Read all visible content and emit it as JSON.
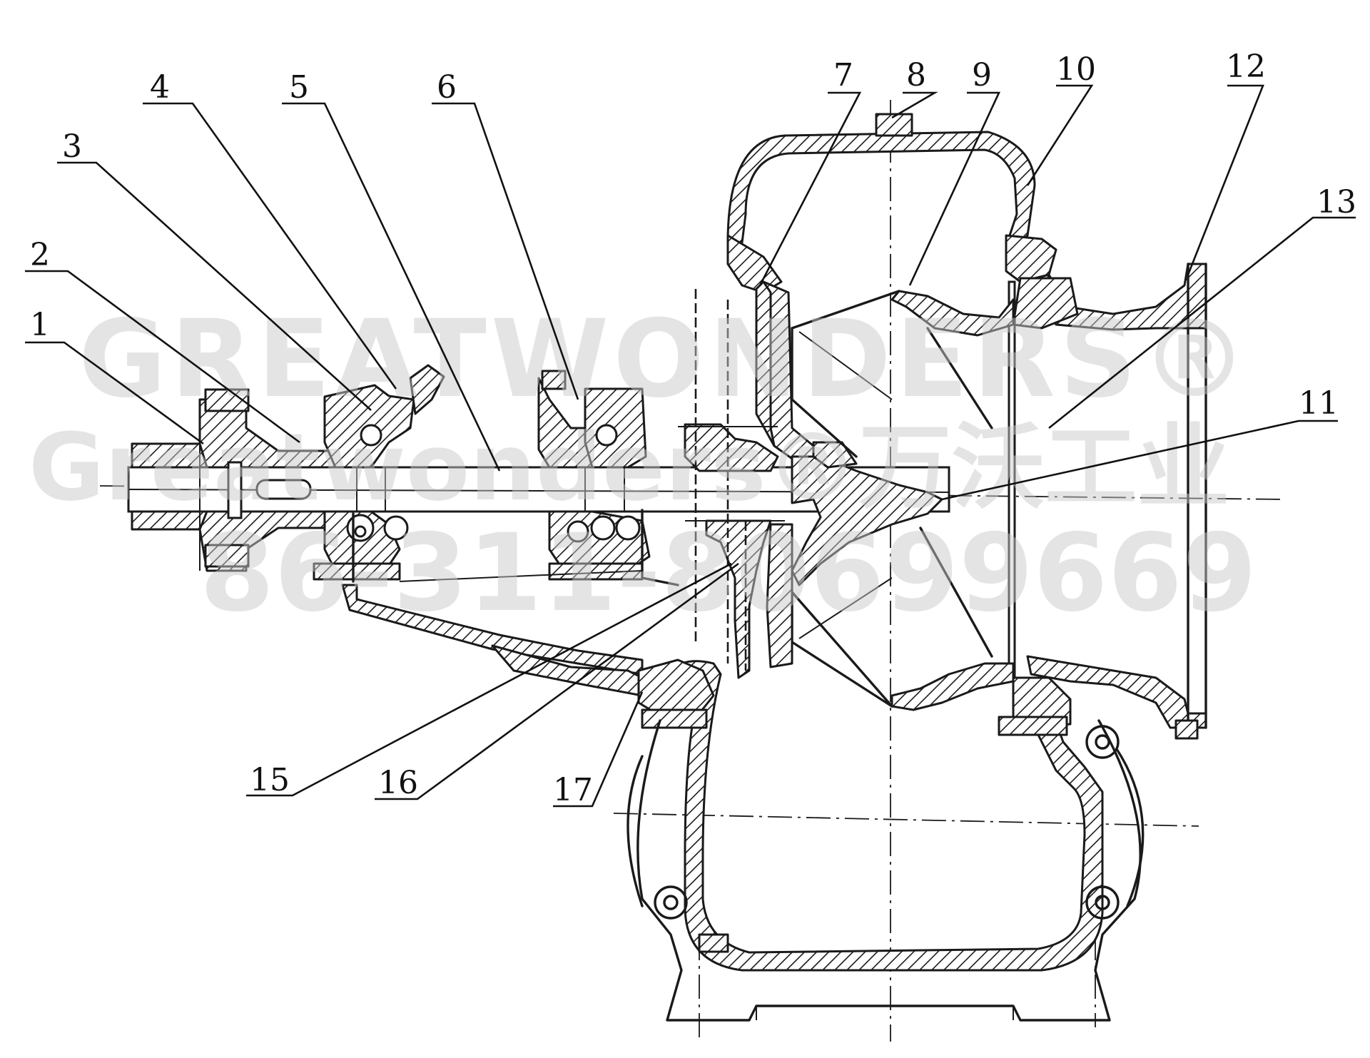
{
  "parts": [
    {
      "id": "1",
      "label": "1"
    },
    {
      "id": "2",
      "label": "2"
    },
    {
      "id": "3",
      "label": "3"
    },
    {
      "id": "4",
      "label": "4"
    },
    {
      "id": "5",
      "label": "5"
    },
    {
      "id": "6",
      "label": "6"
    },
    {
      "id": "7",
      "label": "7"
    },
    {
      "id": "8",
      "label": "8"
    },
    {
      "id": "9",
      "label": "9"
    },
    {
      "id": "10",
      "label": "10"
    },
    {
      "id": "11",
      "label": "11"
    },
    {
      "id": "12",
      "label": "12"
    },
    {
      "id": "13",
      "label": "13"
    },
    {
      "id": "15",
      "label": "15"
    },
    {
      "id": "16",
      "label": "16"
    },
    {
      "id": "17",
      "label": "17"
    }
  ],
  "watermark": {
    "brand": "GREATWONDERS®",
    "line2": "Greatwonders®万沃工业",
    "phone": "86-311-80699669"
  },
  "colors": {
    "ink": "#1a1a1a",
    "watermark": "#c8c8c8",
    "paper": "#ffffff"
  }
}
